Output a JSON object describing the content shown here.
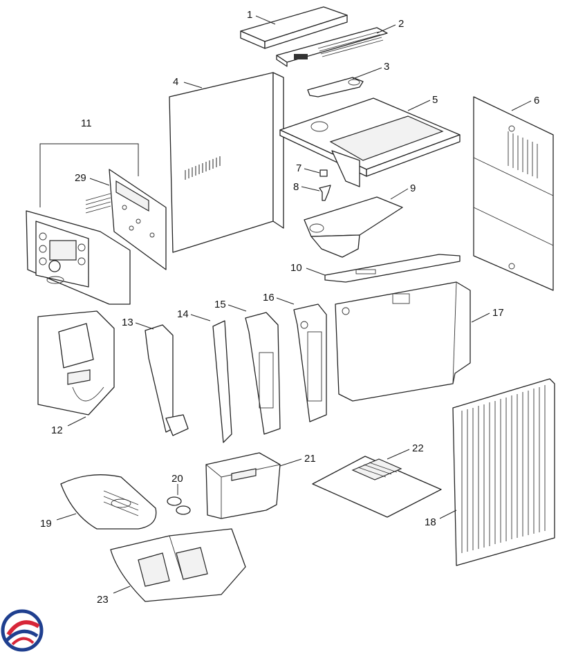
{
  "callouts": [
    {
      "id": "1",
      "label": "1"
    },
    {
      "id": "2",
      "label": "2"
    },
    {
      "id": "3",
      "label": "3"
    },
    {
      "id": "4",
      "label": "4"
    },
    {
      "id": "5",
      "label": "5"
    },
    {
      "id": "6",
      "label": "6"
    },
    {
      "id": "7",
      "label": "7"
    },
    {
      "id": "8",
      "label": "8"
    },
    {
      "id": "9",
      "label": "9"
    },
    {
      "id": "10",
      "label": "10"
    },
    {
      "id": "11",
      "label": "11"
    },
    {
      "id": "12",
      "label": "12"
    },
    {
      "id": "13",
      "label": "13"
    },
    {
      "id": "14",
      "label": "14"
    },
    {
      "id": "15",
      "label": "15"
    },
    {
      "id": "16",
      "label": "16"
    },
    {
      "id": "17",
      "label": "17"
    },
    {
      "id": "18",
      "label": "18"
    },
    {
      "id": "19",
      "label": "19"
    },
    {
      "id": "20",
      "label": "20"
    },
    {
      "id": "21",
      "label": "21"
    },
    {
      "id": "22",
      "label": "22"
    },
    {
      "id": "23",
      "label": "23"
    },
    {
      "id": "29",
      "label": "29"
    }
  ],
  "logo": {
    "colors": [
      "#1f3f8f",
      "#d72638"
    ]
  },
  "colors": {
    "line": "#222222",
    "background": "#ffffff"
  }
}
